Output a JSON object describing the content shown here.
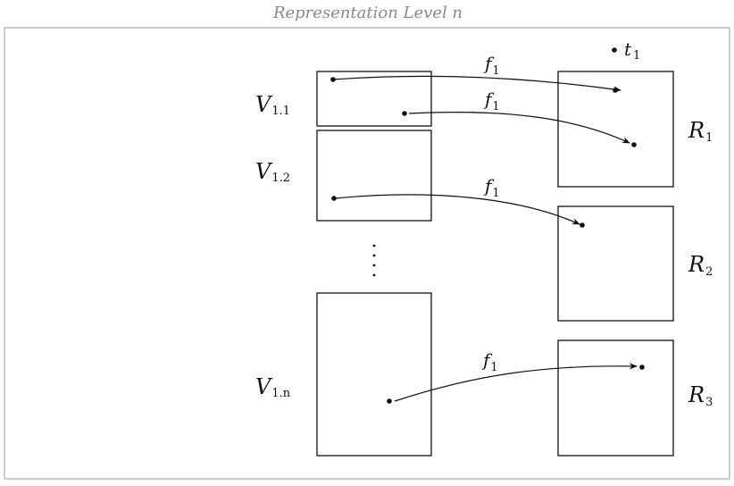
{
  "title": "Representation Level n",
  "colors": {
    "frame": "#9a9a9a",
    "title": "#8a8a8a",
    "ink": "#111111"
  },
  "v_labels": [
    {
      "main": "V",
      "sub": "1.1"
    },
    {
      "main": "V",
      "sub": "1.2"
    },
    {
      "main": "V",
      "sub": "1.n"
    }
  ],
  "r_labels": [
    {
      "main": "R",
      "sub": "1"
    },
    {
      "main": "R",
      "sub": "2"
    },
    {
      "main": "R",
      "sub": "3"
    }
  ],
  "arrow_labels": [
    {
      "main": "f",
      "sub": "1"
    },
    {
      "main": "f",
      "sub": "1"
    },
    {
      "main": "f",
      "sub": "1"
    },
    {
      "main": "f",
      "sub": "1"
    }
  ],
  "t_label": {
    "main": "t",
    "sub": "1"
  }
}
